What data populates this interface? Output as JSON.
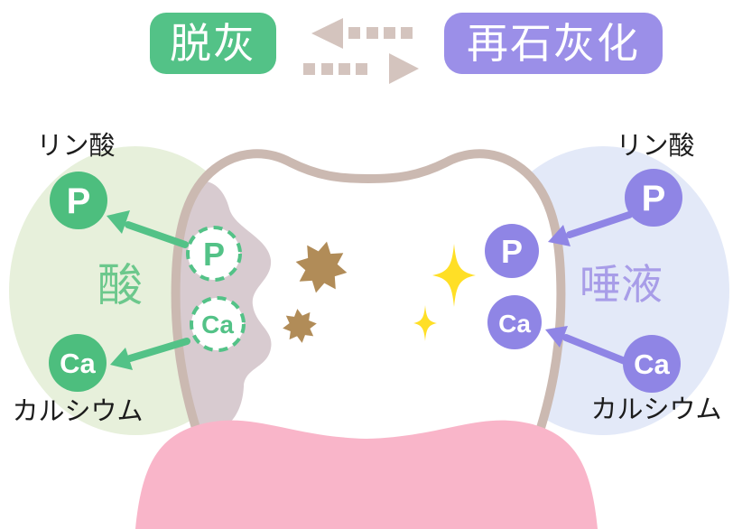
{
  "header": {
    "demineralization_label": "脱灰",
    "remineralization_label": "再石灰化"
  },
  "left": {
    "phosphate_label": "リン酸",
    "p_symbol": "P",
    "acid_label": "酸",
    "ca_symbol": "Ca",
    "calcium_label": "カルシウム",
    "inner_p_symbol": "P",
    "inner_ca_symbol": "Ca"
  },
  "right": {
    "phosphate_label": "リン酸",
    "p_symbol": "P",
    "saliva_label": "唾液",
    "ca_symbol": "Ca",
    "calcium_label": "カルシウム",
    "inner_p_symbol": "P",
    "inner_ca_symbol": "Ca"
  },
  "icons": {
    "plaque_germ": "eight-point-burst",
    "sparkle": "four-point-star",
    "exchange": "dashed-double-arrow"
  },
  "colors": {
    "green_box": "#53C287",
    "green_circle": "#4DBE7E",
    "green_solid": "#53C287",
    "light_green_bg": "#E7F0DB",
    "acid_text": "#6CC88C",
    "purple_box": "#9B8FE8",
    "purple_circle": "#8F85E5",
    "light_blue_bg": "#E3E9F8",
    "saliva_text": "#A89DE8",
    "tooth_outline": "#CBB9B1",
    "demineralized_area": "#D8CBD0",
    "gum_pink": "#F9B5C9",
    "plaque_brown": "#B18C58",
    "sparkle_yellow": "#FFDF26",
    "dashed_arrow": "#D4C4BE",
    "label_text": "#1C1C1C"
  }
}
